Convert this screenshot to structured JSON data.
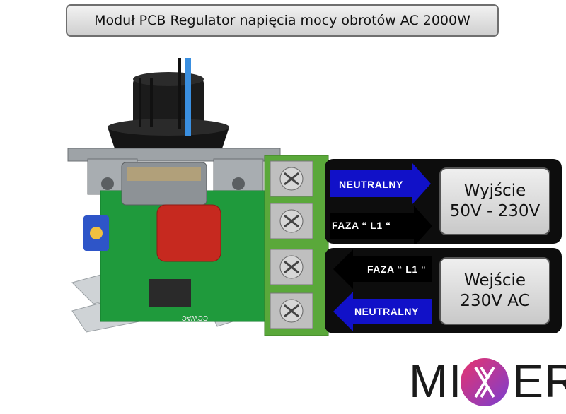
{
  "title": "Moduł PCB Regulator napięcia mocy obrotów AC 2000W",
  "output": {
    "label_line1": "Wyjście",
    "label_line2": "50V - 230V",
    "neutral_arrow": "NEUTRALNY",
    "phase_arrow": "FAZA “ L1 “"
  },
  "input": {
    "label_line1": "Wejście",
    "label_line2": "230V AC",
    "phase_arrow": "FAZA “ L1 “",
    "neutral_arrow": "NEUTRALNY"
  },
  "board_marking": "CCWAC",
  "logo": {
    "left": "MI",
    "right": "ER"
  },
  "colors": {
    "neutral_arrow": "#1111c8",
    "phase_arrow": "#000000",
    "pcb": "#1f9a3c",
    "terminal": "#5aa83a",
    "knob_stripe": "#3a8fe0",
    "capacitor": "#c6291f"
  }
}
